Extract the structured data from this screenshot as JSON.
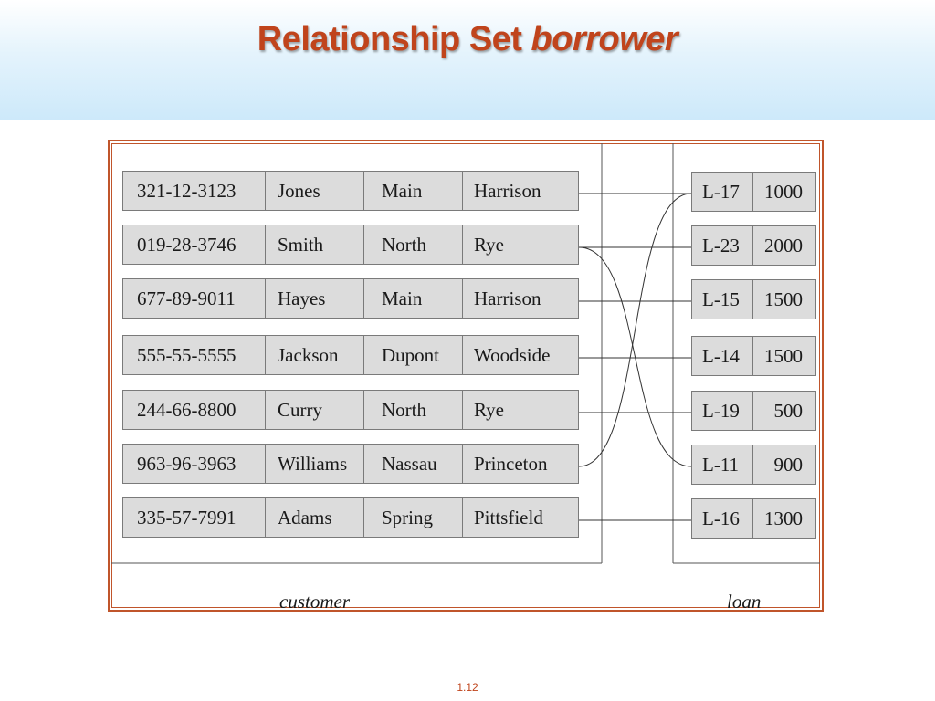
{
  "slide": {
    "title_main": "Relationship Set",
    "title_italic": "borrower",
    "page_number": "1.12"
  },
  "diagram": {
    "customer_label": "customer",
    "loan_label": "loan",
    "customers": [
      [
        "321-12-3123",
        "Jones",
        "Main",
        "Harrison"
      ],
      [
        "019-28-3746",
        "Smith",
        "North",
        "Rye"
      ],
      [
        "677-89-9011",
        "Hayes",
        "Main",
        "Harrison"
      ],
      [
        "555-55-5555",
        "Jackson",
        "Dupont",
        "Woodside"
      ],
      [
        "244-66-8800",
        "Curry",
        "North",
        "Rye"
      ],
      [
        "963-96-3963",
        "Williams",
        "Nassau",
        "Princeton"
      ],
      [
        "335-57-7991",
        "Adams",
        "Spring",
        "Pittsfield"
      ]
    ],
    "loans": [
      [
        "L-17",
        "1000"
      ],
      [
        "L-23",
        "2000"
      ],
      [
        "L-15",
        "1500"
      ],
      [
        "L-14",
        "1500"
      ],
      [
        "L-19",
        "500"
      ],
      [
        "L-11",
        "900"
      ],
      [
        "L-16",
        "1300"
      ]
    ],
    "links": [
      [
        0,
        0
      ],
      [
        1,
        5
      ],
      [
        1,
        1
      ],
      [
        2,
        2
      ],
      [
        3,
        3
      ],
      [
        4,
        4
      ],
      [
        5,
        0
      ],
      [
        6,
        6
      ]
    ]
  }
}
